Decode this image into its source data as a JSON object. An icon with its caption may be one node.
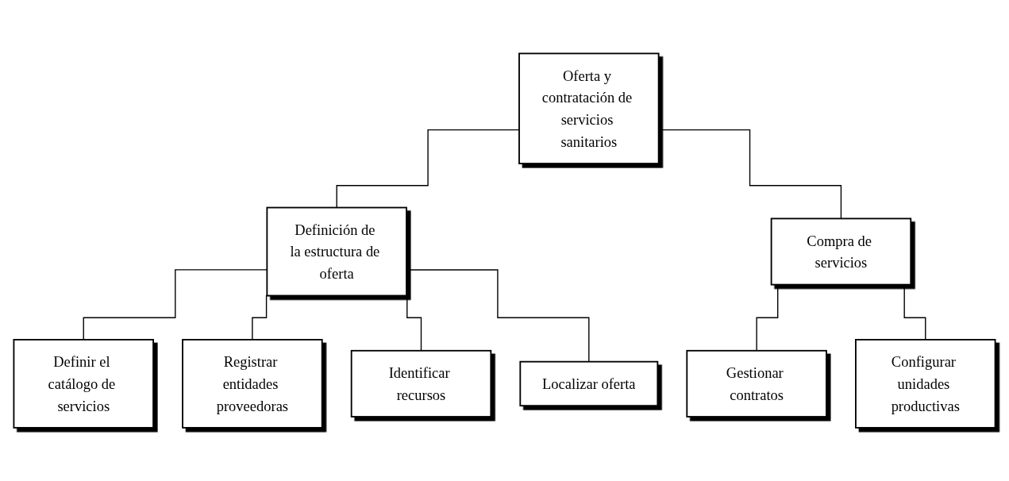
{
  "diagram": {
    "nodes": [
      {
        "text": [
          "Oferta y contratación de servicios sanitarios"
        ]
      },
      {
        "text": [
          "Definición de la estructura de oferta"
        ]
      },
      {
        "text": [
          "Compra de servicios"
        ]
      },
      {
        "text": [
          "Definir el catálogo de servicios"
        ]
      },
      {
        "text": [
          "Registrar entidades proveedoras"
        ]
      },
      {
        "text": [
          "Identificar recursos"
        ]
      },
      {
        "text": [
          "Localizar oferta"
        ]
      },
      {
        "text": [
          "Gestionar contratos"
        ]
      },
      {
        "text": [
          "Configurar unidades productivas"
        ]
      }
    ],
    "edges": [
      {
        "from": 0,
        "to": 1,
        "arrow": "none"
      },
      {
        "from": 0,
        "to": 2,
        "arrow": "none"
      },
      {
        "from": 1,
        "to": 3,
        "arrow": "none"
      },
      {
        "from": 1,
        "to": 4,
        "arrow": "none"
      },
      {
        "from": 1,
        "to": 5,
        "arrow": "none"
      },
      {
        "from": 1,
        "to": 6,
        "arrow": "none"
      },
      {
        "from": 2,
        "to": 7,
        "arrow": "none"
      },
      {
        "from": 2,
        "to": 8,
        "arrow": "none"
      }
    ]
  }
}
